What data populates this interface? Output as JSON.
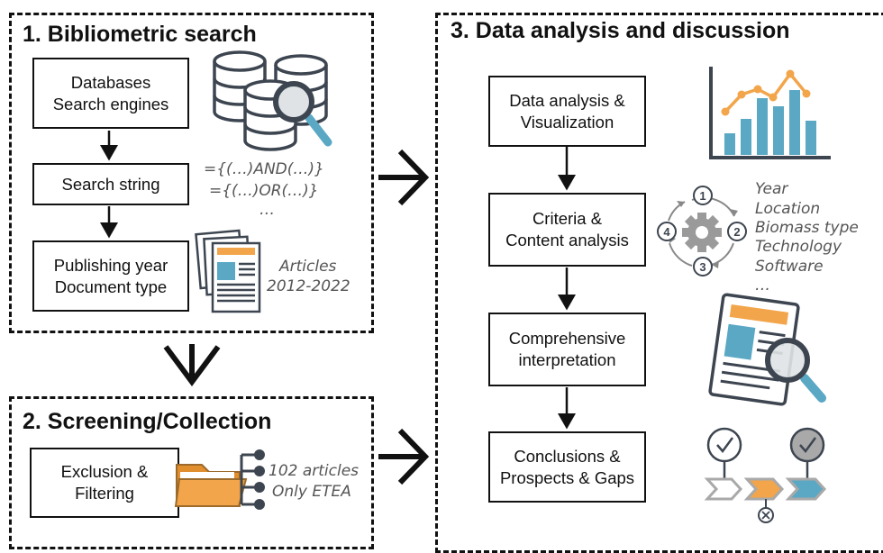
{
  "panel1": {
    "title": "1. Bibliometric search",
    "box_sources": [
      "Databases",
      "Search engines"
    ],
    "box_string": "Search string",
    "box_filters": [
      "Publishing year",
      "Document type"
    ],
    "query_lines": [
      "={(…)AND(…)}",
      "={(…)OR(…)}",
      "…"
    ],
    "articles_note": [
      "Articles",
      "2012-2022"
    ]
  },
  "panel2": {
    "title": "2.  Screening/Collection",
    "box_exclusion": [
      "Exclusion &",
      "Filtering"
    ],
    "result_note": [
      "102 articles",
      "Only ETEA"
    ]
  },
  "panel3": {
    "title": "3. Data analysis and discussion",
    "box_visualization": [
      "Data analysis &",
      "Visualization"
    ],
    "box_criteria": [
      "Criteria &",
      "Content analysis"
    ],
    "box_interpretation": [
      "Comprehensive",
      "interpretation"
    ],
    "box_conclusions": [
      "Conclusions &",
      "Prospects & Gaps"
    ],
    "criteria_list": [
      "Year",
      "Location",
      "Biomass type",
      "Technology",
      "Software",
      "…"
    ],
    "cycle_numbers": [
      "1",
      "2",
      "3",
      "4"
    ]
  },
  "icons": [
    "database-icon",
    "magnifier-icon",
    "document-stack-icon",
    "folder-icon",
    "bar-line-chart-icon",
    "gear-cycle-icon",
    "report-magnifier-icon",
    "decision-flow-icon"
  ],
  "colors": {
    "accent_orange": "#f2a54a",
    "accent_teal": "#5ba8c4",
    "icon_gray": "#a9a9a9",
    "dark": "#3d4550"
  }
}
